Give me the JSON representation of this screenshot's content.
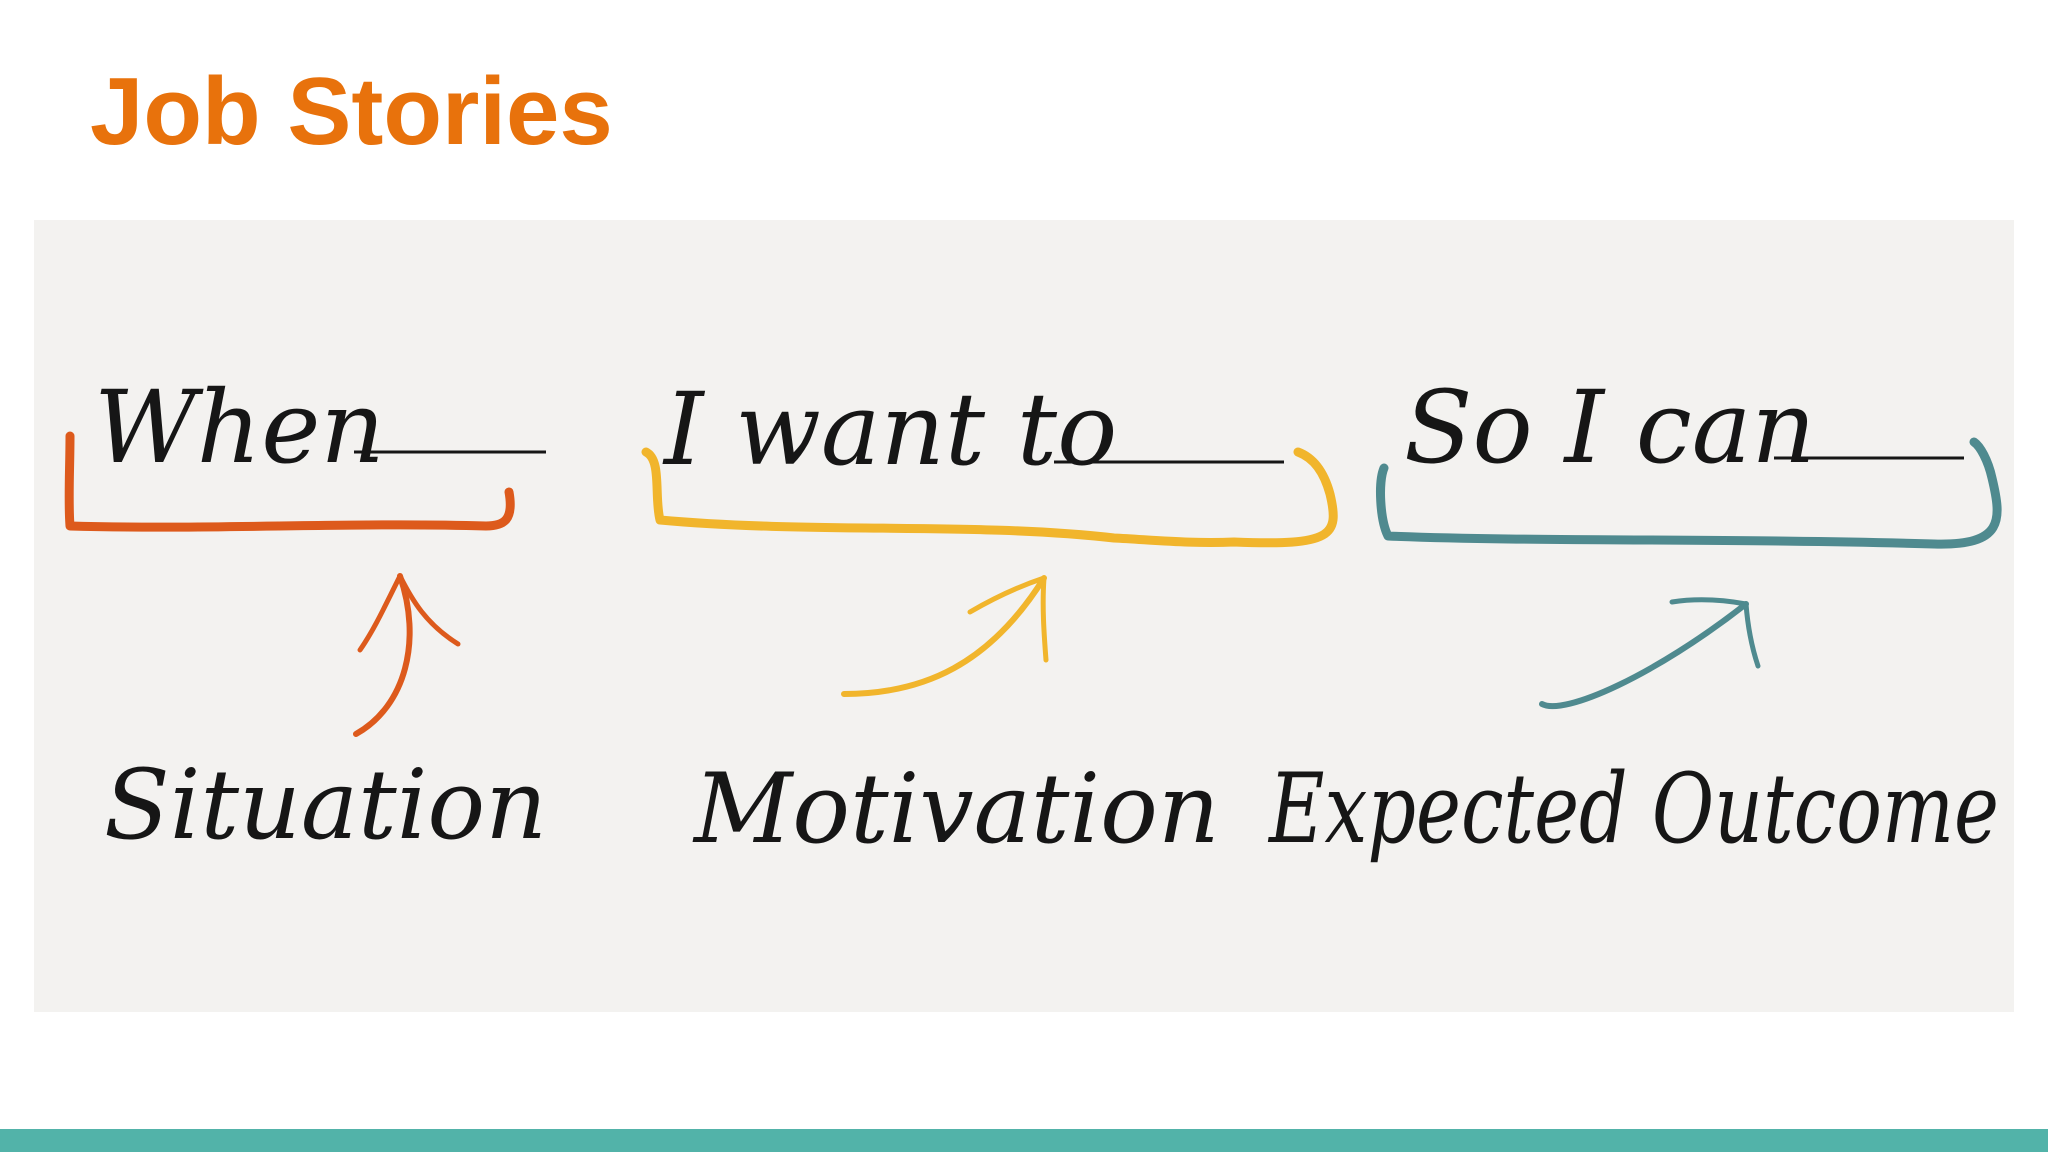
{
  "slide": {
    "title": "Job Stories"
  },
  "colors": {
    "title": "#e8720c",
    "situation": "#dd5a1c",
    "motivation": "#f1b52c",
    "outcome": "#4f8a8f",
    "footer_bar": "#52b3a9",
    "panel_background": "#f3f2f0",
    "handwriting": "#161616"
  },
  "diagram": {
    "stages": [
      {
        "phrase": "When",
        "label": "Situation"
      },
      {
        "phrase": "I want to",
        "label": "Motivation"
      },
      {
        "phrase": "So I can",
        "label": "Expected Outcome"
      }
    ]
  }
}
